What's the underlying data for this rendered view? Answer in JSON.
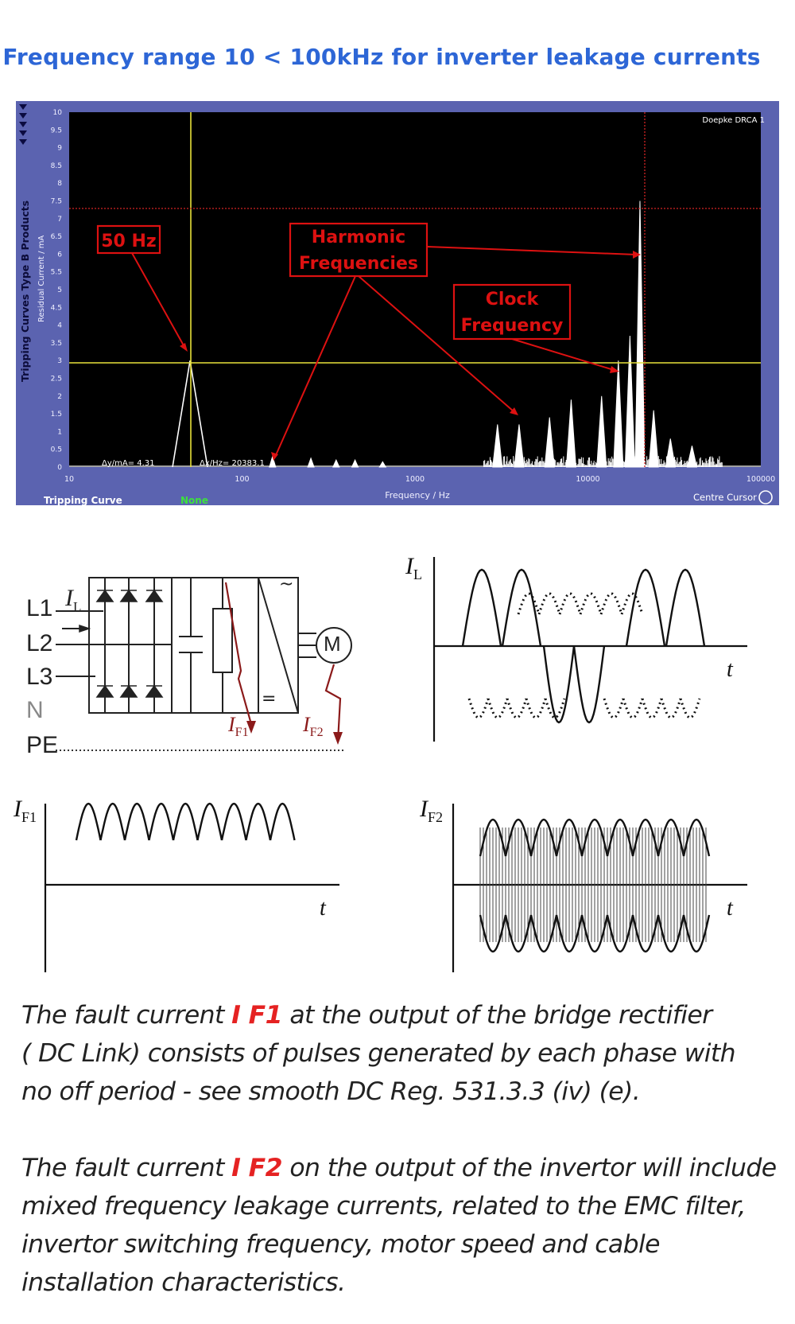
{
  "title": "Frequency range 10 < 100kHz for inverter leakage currents",
  "scope": {
    "side_label": "Tripping Curves Type B Products",
    "y_axis_label": "Residual Current / mA",
    "x_axis_label": "Frequency / Hz",
    "device_label": "Doepke DRCA 1",
    "y_ticks": [
      "10",
      "9.5",
      "9",
      "8.5",
      "8",
      "7.5",
      "7",
      "6.5",
      "6",
      "5.5",
      "5",
      "4.5",
      "4",
      "3.5",
      "3",
      "2.5",
      "2",
      "1.5",
      "1",
      "0.5",
      "0"
    ],
    "x_ticks": [
      "10",
      "100",
      "1000",
      "10000",
      "100000"
    ],
    "dy_readout": "Δy/mA= 4.31",
    "dx_readout": "Δx/Hz= 20383.1",
    "tripping_curve_label": "Tripping Curve",
    "tripping_curve_value": "None",
    "centre_cursor_label": "Centre Cursor",
    "callouts": {
      "fifty_hz": "50 Hz",
      "harmonic_line1": "Harmonic",
      "harmonic_line2": "Frequencies",
      "clock_line1": "Clock",
      "clock_line2": "Frequency"
    },
    "colors": {
      "panel": "#5b63b0",
      "plot_bg": "#000000",
      "cursor": "#e8e23a",
      "callout": "#dd1111"
    }
  },
  "chart_data": {
    "type": "line",
    "x_scale": "log",
    "xlim": [
      10,
      100000
    ],
    "ylim": [
      0,
      10
    ],
    "xlabel": "Frequency / Hz",
    "ylabel": "Residual Current / mA",
    "cursors": {
      "x_hz": 50,
      "y_ma": 3.0,
      "x2_hz": 20383.1,
      "y2_ma": 7.3
    },
    "peaks": [
      {
        "x": 50,
        "y": 3.0
      },
      {
        "x": 150,
        "y": 0.3
      },
      {
        "x": 250,
        "y": 0.25
      },
      {
        "x": 350,
        "y": 0.2
      },
      {
        "x": 450,
        "y": 0.2
      },
      {
        "x": 650,
        "y": 0.15
      },
      {
        "x": 3000,
        "y": 1.2
      },
      {
        "x": 4000,
        "y": 1.2
      },
      {
        "x": 6000,
        "y": 1.4
      },
      {
        "x": 8000,
        "y": 1.9
      },
      {
        "x": 12000,
        "y": 2.0
      },
      {
        "x": 15000,
        "y": 3.0
      },
      {
        "x": 17500,
        "y": 3.7
      },
      {
        "x": 20000,
        "y": 7.5
      },
      {
        "x": 24000,
        "y": 1.6
      },
      {
        "x": 30000,
        "y": 0.8
      },
      {
        "x": 40000,
        "y": 0.6
      }
    ]
  },
  "circuit": {
    "phases": [
      "L1",
      "L2",
      "L3"
    ],
    "neutral": "N",
    "earth": "PE",
    "current_labels": {
      "il": "I",
      "il_sub": "L",
      "if1": "I",
      "if1_sub": "F1",
      "if2": "I",
      "if2_sub": "F2"
    },
    "motor": "M",
    "ac_symbol": "~",
    "dc_symbol": "="
  },
  "waveforms": {
    "il": {
      "label": "I",
      "sub": "L",
      "axis": "t"
    },
    "if1": {
      "label": "I",
      "sub": "F1",
      "axis": "t"
    },
    "if2": {
      "label": "I",
      "sub": "F2",
      "axis": "t"
    }
  },
  "caption1": {
    "pre": "The fault current ",
    "highlight": "I F1",
    "line1_rest": "  at the output of the bridge rectifier",
    "line2": "( DC Link) consists of pulses generated by each phase with",
    "line3": "no off period - see smooth DC Reg. 531.3.3 (iv) (e)."
  },
  "caption2": {
    "pre": "The fault current ",
    "highlight": "I F2",
    "line1_rest": "  on the output of the invertor will include",
    "line2": "mixed frequency leakage currents,  related to the EMC filter,",
    "line3": "invertor switching frequency, motor speed and cable",
    "line4": "installation characteristics."
  }
}
